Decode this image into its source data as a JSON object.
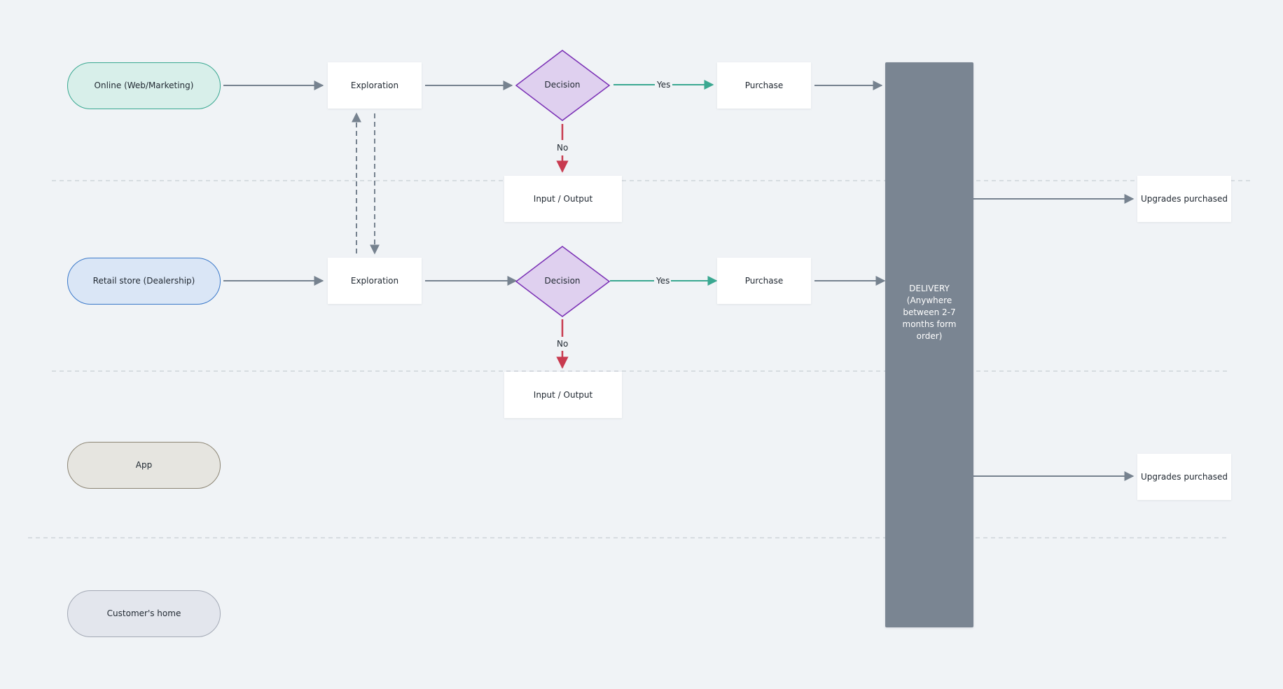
{
  "lanes": {
    "online": "Online (Web/Marketing)",
    "retail": "Retail store (Dealership)",
    "app": "App",
    "home": "Customer's home"
  },
  "row1": {
    "exploration": "Exploration",
    "decision": "Decision",
    "purchase": "Purchase",
    "io": "Input / Output",
    "yes": "Yes",
    "no": "No"
  },
  "row2": {
    "exploration": "Exploration",
    "decision": "Decision",
    "purchase": "Purchase",
    "io": "Input / Output",
    "yes": "Yes",
    "no": "No"
  },
  "delivery": "DELIVERY\n(Anywhere between 2-7 months form order)",
  "upgrades": {
    "first": "Upgrades purchased",
    "second": "Upgrades purchased"
  },
  "colors": {
    "background": "#f0f3f6",
    "flow_arrow": "#76828f",
    "yes_arrow": "#3aa891",
    "no_arrow": "#c83a4f",
    "decision_fill": "#dfd0ef",
    "decision_stroke": "#7a2fb5",
    "delivery_fill": "#7a8592"
  }
}
